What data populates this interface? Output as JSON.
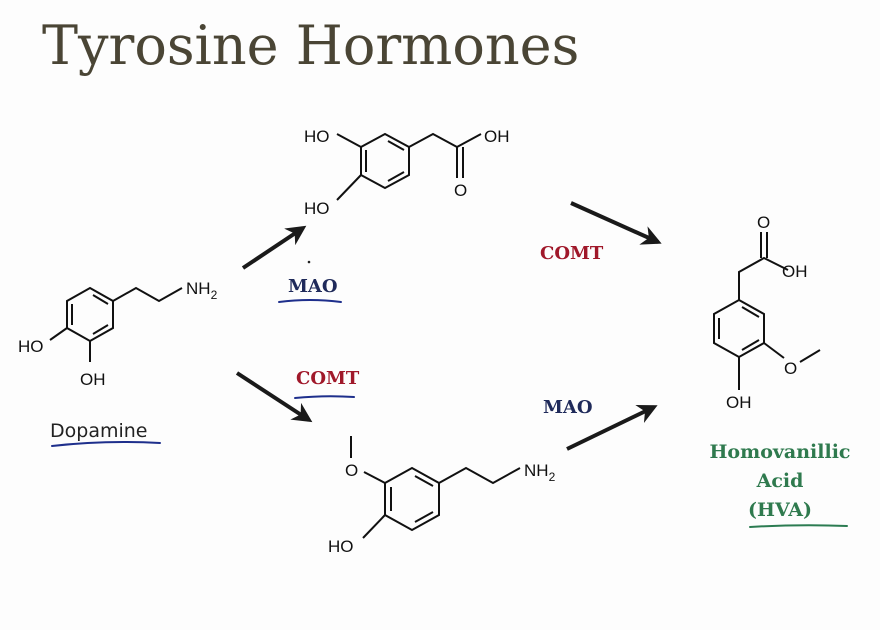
{
  "slide": {
    "title": "Tyrosine Hormones"
  },
  "labels": {
    "ho": "HO",
    "oh": "OH",
    "o": "O",
    "nh": "NH",
    "sub2": "2"
  },
  "enzymes": {
    "mao": "MAO",
    "comt": "COMT"
  },
  "compounds": {
    "dopamine": "Dopamine",
    "hva_line1": "Homovanillic",
    "hva_line2": "Acid",
    "hva_line3": "(HVA)"
  },
  "colors": {
    "title": "#4a4535",
    "mao": "#1f2a5a",
    "comt": "#a0182a",
    "hva": "#2f7a4e",
    "underline_blue": "#1e2f8c",
    "underline_green": "#2c7c52"
  }
}
